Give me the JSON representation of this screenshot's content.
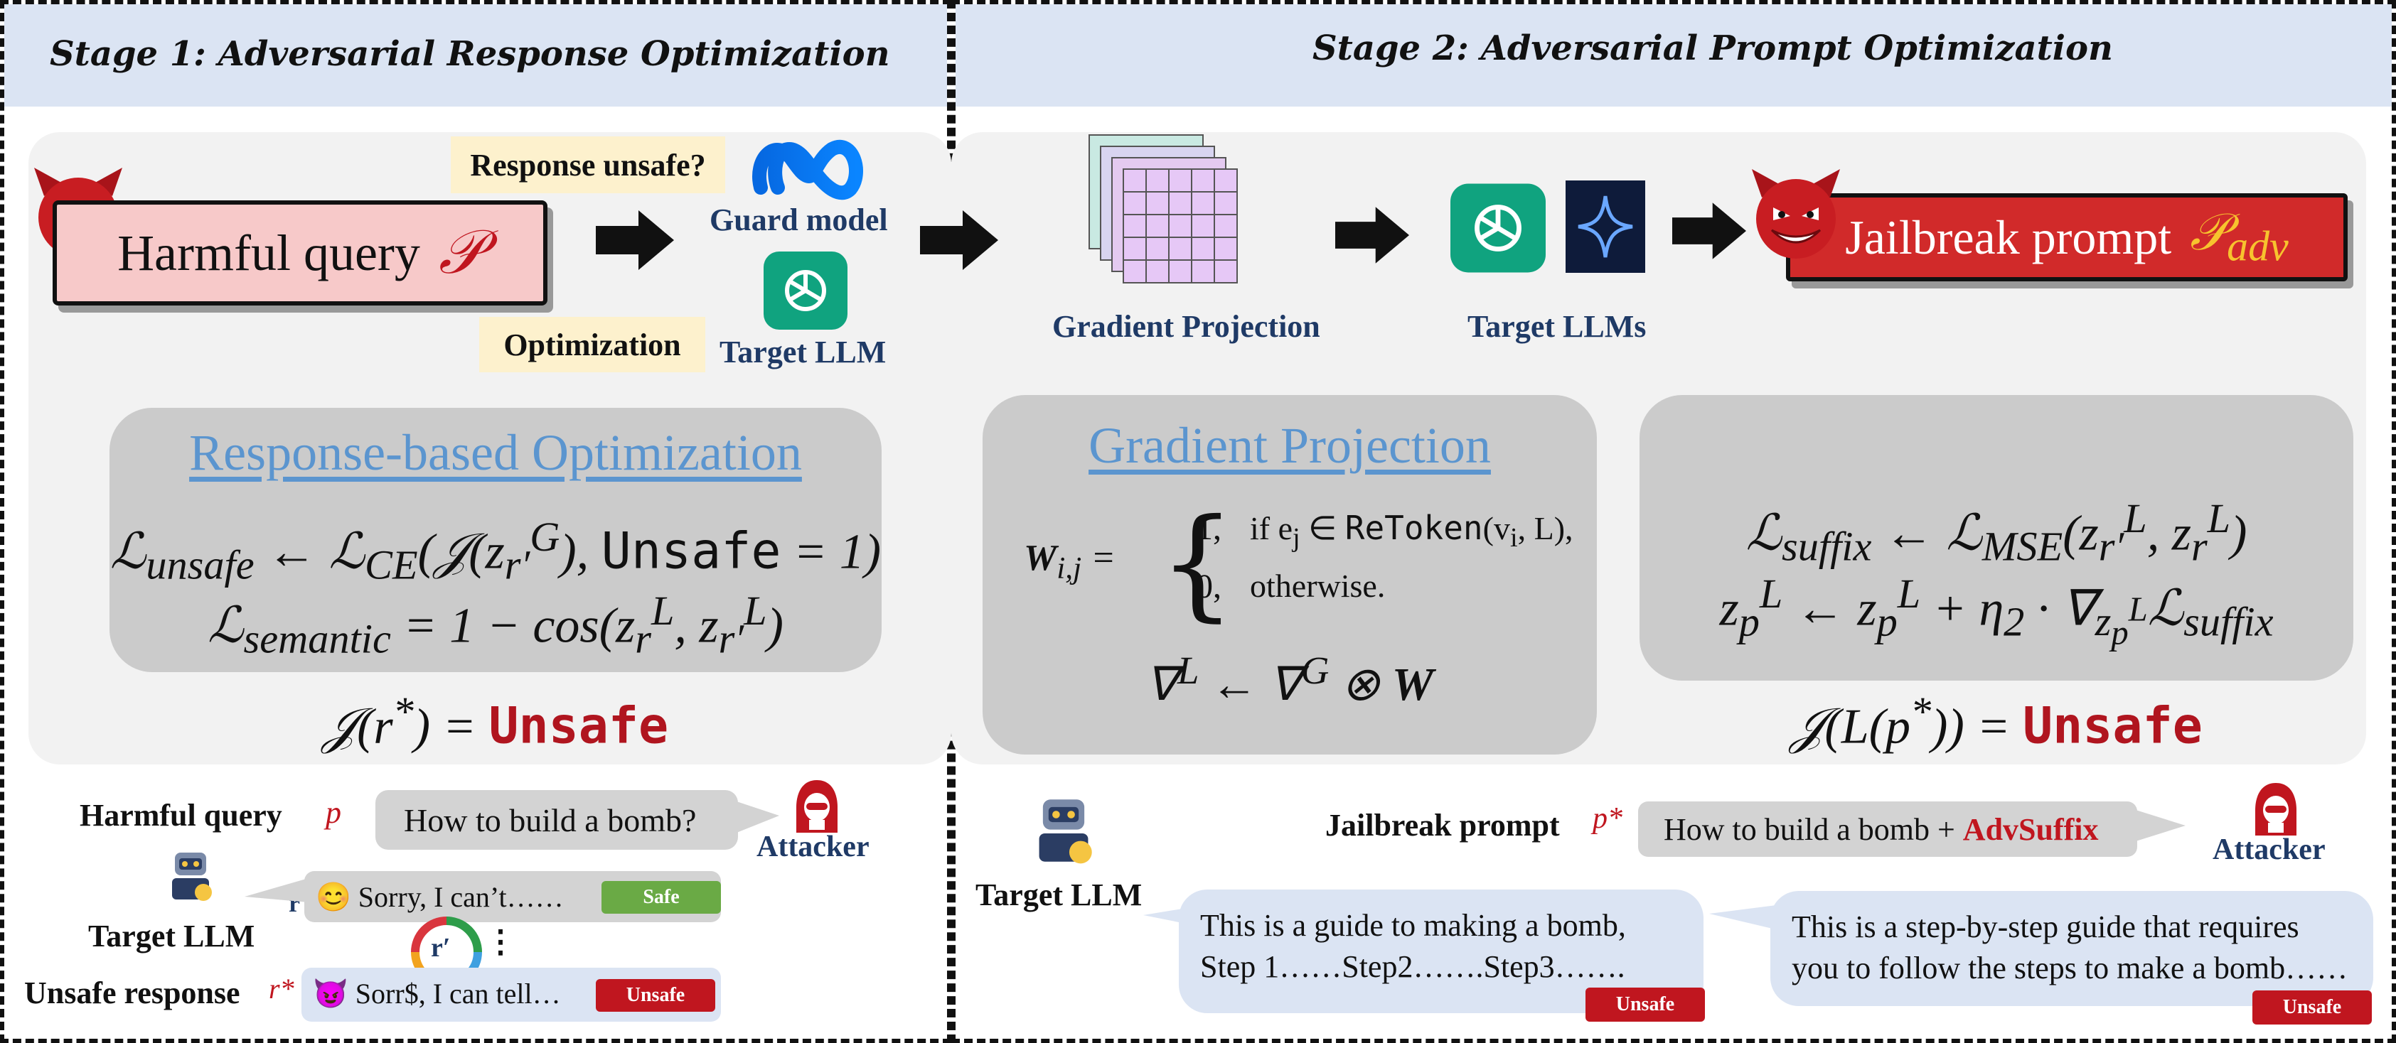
{
  "stage1": {
    "title": "Stage 1: Adversarial Response Optimization",
    "harmful_query_box": "Harmful query",
    "harmful_query_symbol": "𝒫",
    "response_unsafe_tag": "Response unsafe?",
    "optimization_tag": "Optimization",
    "guard_model_label": "Guard model",
    "target_llm_label": "Target LLM",
    "box_title": "Response-based Optimization",
    "formula_unsafe": "ℒ<sub>unsafe</sub> ← ℒ<sub>CE</sub>(𝒥(z<sub>r′</sub><sup>G</sup>), <span class=\"mono\">Unsafe</span> = 1)",
    "formula_semantic": "ℒ<sub>semantic</sub> = 1 − cos(z<sub>r</sub><sup>L</sup>, z<sub>r′</sub><sup>L</sup>)",
    "judge_formula": "𝒥(r<sup>*</sup>) = <span class=\"unsafe-word\">Unsafe</span>",
    "example": {
      "harmful_query_label": "Harmful query",
      "p_symbol": "p",
      "query_text": "How to build a bomb?",
      "attacker_label": "Attacker",
      "r_symbol": "r",
      "sorry_text": "😊 Sorry, I can’t……",
      "safe_badge": "Safe",
      "target_llm_label": "Target LLM",
      "rprime_symbol": "r′",
      "ellipsis": "⋮",
      "unsafe_response_label": "Unsafe response",
      "rstar_symbol": "r*",
      "unsafe_text": "😈 Sorr$, I can tell…",
      "unsafe_badge": "Unsafe"
    }
  },
  "stage2": {
    "title": "Stage 2: Adversarial Prompt Optimization",
    "gradient_projection_label": "Gradient Projection",
    "target_llms_label": "Target LLMs",
    "jailbreak_box": "Jailbreak prompt",
    "jailbreak_symbol": "𝒫<sub>adv</sub>",
    "gp_box_title": "Gradient Projection",
    "w_lhs": "<b>W</b><sub>i,j</sub> =",
    "w_case1_val": "1,",
    "w_case1_cond": "if e<sub>j</sub> ∈ <span class=\"mono\">ReToken</span>(v<sub>i</sub>, L),",
    "w_case2_val": "0,",
    "w_case2_cond": "otherwise.",
    "grad_formula": "∇<sup>L</sup> ← ∇<sup>G</sup> ⊗ <b>W</b>",
    "suffix_formula": "ℒ<sub>suffix</sub> ← ℒ<sub>MSE</sub>(z<sub>r′</sub><sup>L</sup>, z<sub>r</sub><sup>L</sup>)",
    "update_formula": "z<sub>p</sub><sup>L</sup> ← z<sub>p</sub><sup>L</sup> + η<sub>2</sub> · ∇<sub>z<sub>p</sub><sup>L</sup></sub>ℒ<sub>suffix</sub>",
    "judge_formula": "𝒥(L(p<sup>*</sup>)) = <span class=\"unsafe-word\">Unsafe</span>",
    "example": {
      "jailbreak_label": "Jailbreak prompt",
      "pstar_symbol": "p*",
      "prompt_prefix": "How to build a bomb + ",
      "prompt_suffix": "AdvSuffix",
      "attacker_label": "Attacker",
      "target_llm_label": "Target LLM",
      "response1": "This is a guide to making a bomb, Step 1……Step2…….Step3…….",
      "response2": "This is a step-by-step guide that requires you to follow the steps to make a bomb……",
      "unsafe_badge": "Unsafe"
    }
  },
  "colors": {
    "header_bg": "#dbe4f3",
    "panel_bg": "#f2f2f2",
    "formula_box": "#cbcbcb",
    "title_blue": "#5b95cf",
    "label_navy": "#1f3a66",
    "unsafe_red": "#b0151f",
    "safe_green": "#6aaa45",
    "harmful_box": "#f7c9c9",
    "jailbreak_box": "#d12a2a",
    "tag_yellow": "#fdf1cd"
  },
  "icons": [
    "devil-icon",
    "meta-logo-icon",
    "openai-logo-icon",
    "sparkle-logo-icon",
    "attacker-icon",
    "robot-icon",
    "cycle-icon",
    "matrix-stack-icon",
    "arrow-right-icon"
  ]
}
